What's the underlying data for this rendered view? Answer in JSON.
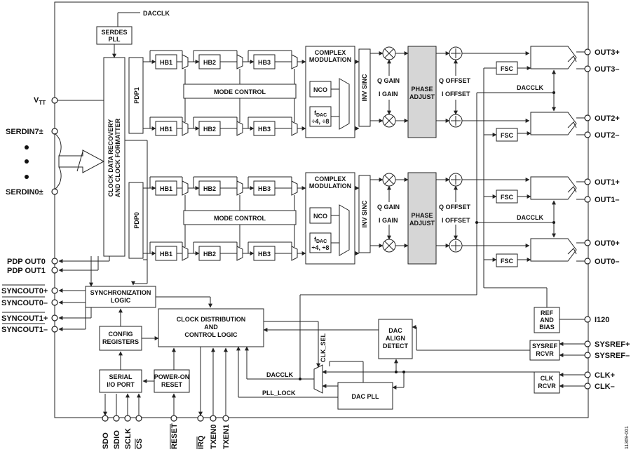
{
  "labels": {
    "dacclk_top": "DACCLK",
    "serdes_pll": [
      "SERDES",
      "PLL"
    ],
    "cdr": [
      "CLOCK DATA RECOVERY",
      "AND CLOCK FORMATTER"
    ],
    "pdp1": "PDP1",
    "pdp0": "PDP0",
    "hb1": "HB1",
    "hb2": "HB2",
    "hb3": "HB3",
    "mode_control": "MODE CONTROL",
    "complex_mod": [
      "COMPLEX",
      "MODULATION"
    ],
    "nco": "NCO",
    "fdac": "f",
    "fdac_sub": "DAC",
    "fdac_div": "÷4, ÷8",
    "inv_sinc": "INV SINC",
    "q_gain": "Q GAIN",
    "i_gain": "I GAIN",
    "phase_adjust": [
      "PHASE",
      "ADJUST"
    ],
    "q_offset": "Q OFFSET",
    "i_offset": "I OFFSET",
    "fsc": "FSC",
    "dacclk": "DACCLK",
    "sync_logic": [
      "SYNCHRONIZATION",
      "LOGIC"
    ],
    "clock_dist": [
      "CLOCK DISTRIBUTION",
      "AND",
      "CONTROL LOGIC"
    ],
    "config_reg": [
      "CONFIG",
      "REGISTERS"
    ],
    "serial_io": [
      "SERIAL",
      "I/O PORT"
    ],
    "power_on": [
      "POWER-ON",
      "RESET"
    ],
    "dac_align": [
      "DAC",
      "ALIGN",
      "DETECT"
    ],
    "clk_sel": "CLK_SEL",
    "dacclk_low": "DACCLK",
    "pll_lock": "PLL_LOCK",
    "dac_pll": "DAC PLL",
    "ref_bias": [
      "REF",
      "AND",
      "BIAS"
    ],
    "sysref_rcvr": [
      "SYSREF",
      "RCVR"
    ],
    "clk_rcvr": [
      "CLK",
      "RCVR"
    ],
    "figure_id": "11369-001"
  },
  "pins_left": {
    "vtt": "V",
    "vtt_sub": "TT",
    "serdin7": "SERDIN7±",
    "serdin0": "SERDIN0±",
    "pdp_out0": "PDP OUT0",
    "pdp_out1": "PDP OUT1",
    "syncout0p": "SYNCOUT0+",
    "syncout0m": "SYNCOUT0–",
    "syncout1p": "SYNCOUT1+",
    "syncout1m": "SYNCOUT1–"
  },
  "pins_right": {
    "out3p": "OUT3+",
    "out3m": "OUT3–",
    "out2p": "OUT2+",
    "out2m": "OUT2–",
    "out1p": "OUT1+",
    "out1m": "OUT1–",
    "out0p": "OUT0+",
    "out0m": "OUT0–",
    "i120": "I120",
    "sysrefp": "SYSREF+",
    "sysrefm": "SYSREF–",
    "clkp": "CLK+",
    "clkm": "CLK–"
  },
  "pins_bottom": {
    "sdo": "SDO",
    "sdio": "SDIO",
    "sclk": "SCLK",
    "cs": "CS",
    "reset": "RESET",
    "irq": "IRQ",
    "txen0": "TXEN0",
    "txen1": "TXEN1"
  }
}
